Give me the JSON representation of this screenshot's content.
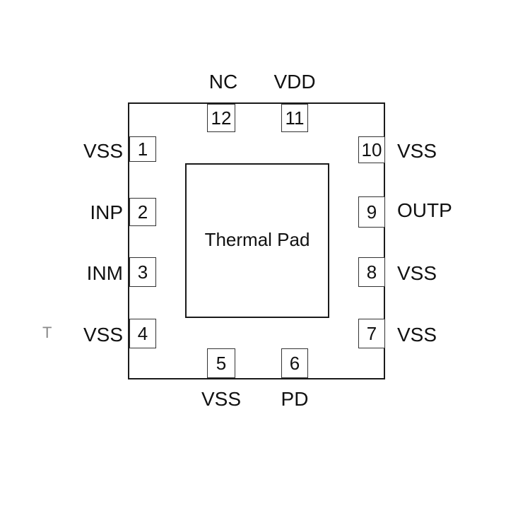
{
  "package": {
    "thermal_pad_label": "Thermal Pad",
    "pins": [
      {
        "number": "1",
        "name": "VSS"
      },
      {
        "number": "2",
        "name": "INP"
      },
      {
        "number": "3",
        "name": "INM"
      },
      {
        "number": "4",
        "name": "VSS"
      },
      {
        "number": "5",
        "name": "VSS"
      },
      {
        "number": "6",
        "name": "PD"
      },
      {
        "number": "7",
        "name": "VSS"
      },
      {
        "number": "8",
        "name": "VSS"
      },
      {
        "number": "9",
        "name": "OUTP"
      },
      {
        "number": "10",
        "name": "VSS"
      },
      {
        "number": "11",
        "name": "VDD"
      },
      {
        "number": "12",
        "name": "NC"
      }
    ]
  },
  "edge_marks": [
    "T"
  ]
}
